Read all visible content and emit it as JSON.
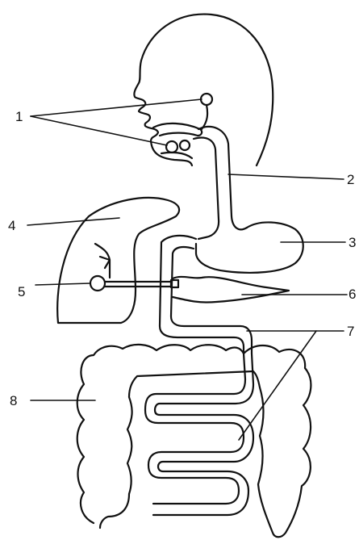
{
  "labels": {
    "n1": "1",
    "n2": "2",
    "n3": "3",
    "n4": "4",
    "n5": "5",
    "n6": "6",
    "n7": "7",
    "n8": "8"
  },
  "colors": {
    "ink": "#111111",
    "background": "#ffffff"
  }
}
